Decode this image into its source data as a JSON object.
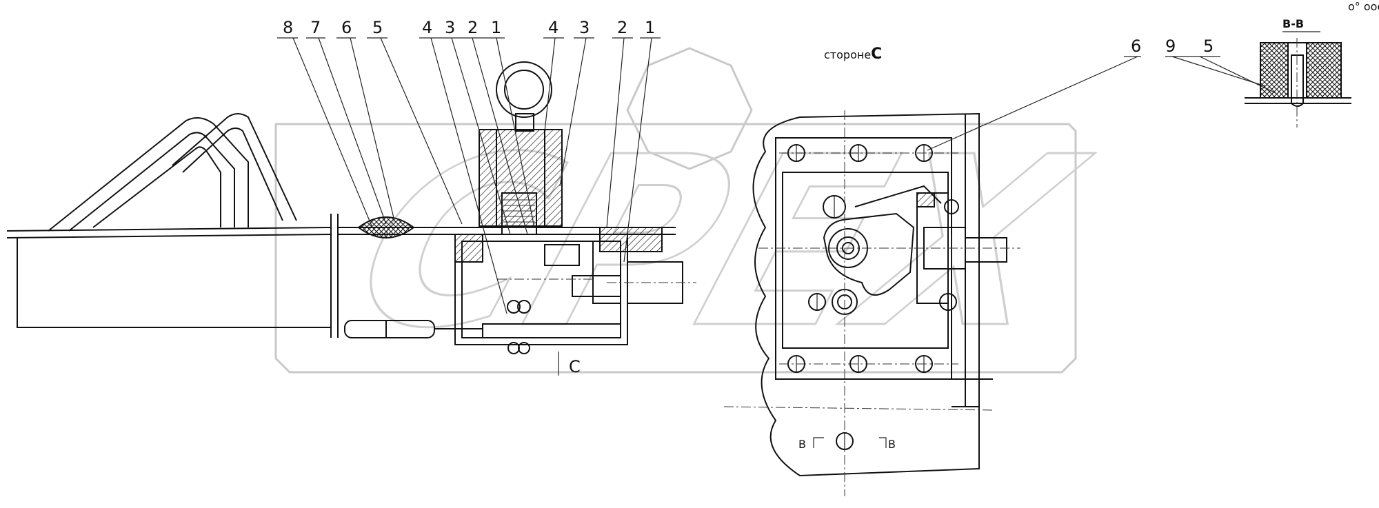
{
  "callouts_left": [
    "8",
    "7",
    "6",
    "5",
    "4",
    "3",
    "2",
    "1"
  ],
  "callout_group": [
    "4",
    "3",
    "2",
    "1"
  ],
  "view_label": "C",
  "view_title": "стороне",
  "view_title_suffix": "C",
  "right_callouts": [
    "6",
    "9",
    "5"
  ],
  "section_title": "B-B",
  "section_marks": [
    "B",
    "B"
  ],
  "corner_marks": "o° ooo",
  "watermark_text": "CPEX"
}
